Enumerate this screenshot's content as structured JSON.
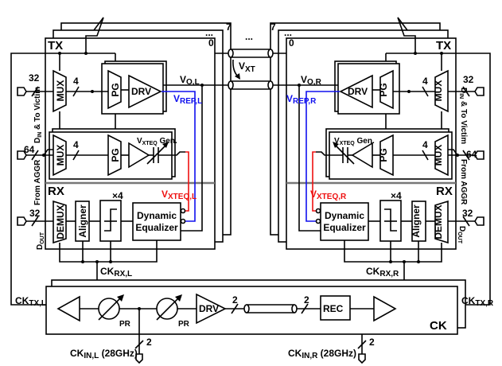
{
  "colors": {
    "replica": "#1010ee",
    "xteq": "#ee1010",
    "wire": "#000000"
  },
  "stack": {
    "index_top": "7",
    "index_front": "0",
    "ellipsis": "...",
    "between_ellipsis": "..."
  },
  "tx_label": "TX",
  "rx_label": "RX",
  "ck_label": "CK",
  "blocks": {
    "mux": "MUX",
    "pg": "PG",
    "drv": "DRV",
    "demux": "DEMUX",
    "aligner": "Aligner",
    "dyn1": "Dynamic",
    "dyn2": "Equalizer",
    "x4": "×4",
    "pr": "PR",
    "rec": "REC",
    "xteq_gen_main": "V",
    "xteq_gen_sub": "XTEQ",
    "xteq_gen_rest": " Gen."
  },
  "bus_widths": {
    "din": "32",
    "mux_out": "4",
    "aggr": "64",
    "dout": "32",
    "ck": "2"
  },
  "left": {
    "vo": {
      "main": "V",
      "sub": "O,L"
    },
    "vrep": {
      "main": "V",
      "sub": "REP,L"
    },
    "vxteq": {
      "main": "V",
      "sub": "XTEQ,L"
    },
    "ckrx": {
      "main": "CK",
      "sub": "RX,L"
    },
    "cktx": {
      "main": "CK",
      "sub": "TX,L"
    },
    "ckin": {
      "main": "CK",
      "sub": "IN,L",
      "rest": " (28GHz)"
    }
  },
  "right": {
    "vo": {
      "main": "V",
      "sub": "O,R"
    },
    "vrep": {
      "main": "V",
      "sub": "REP,R"
    },
    "vxteq": {
      "main": "V",
      "sub": "XTEQ,R"
    },
    "ckrx": {
      "main": "CK",
      "sub": "RX,R"
    },
    "cktx": {
      "main": "CK",
      "sub": "TX,R"
    },
    "ckin": {
      "main": "CK",
      "sub": "IN,R",
      "rest": " (28GHz)"
    }
  },
  "side_labels": {
    "din_main": "D",
    "din_sub": "IN",
    "din_rest": " & To Victim",
    "aggr": "From AGGR",
    "dout_main": "D",
    "dout_sub": "OUT"
  },
  "crosstalk": {
    "main": "V",
    "sub": "XT"
  }
}
